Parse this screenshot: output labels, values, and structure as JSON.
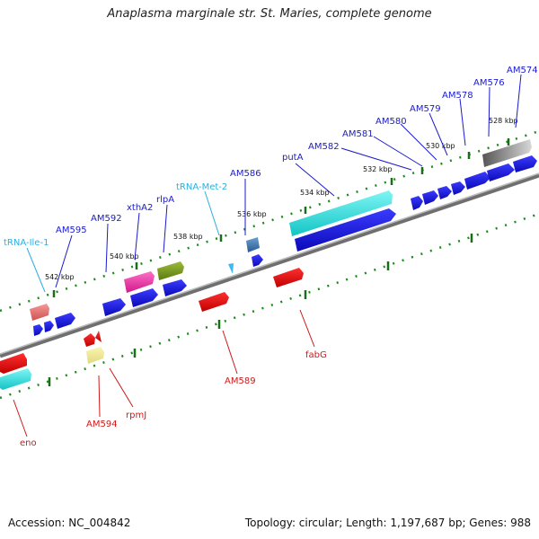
{
  "header": {
    "title": "Anaplasma marginale str. St. Maries, complete genome"
  },
  "footer": {
    "accession": "Accession: NC_004842",
    "summary": "Topology: circular; Length: 1,197,687 bp; Genes: 988"
  },
  "colors": {
    "backbone": "#8a8a8a",
    "tick": "#1a7a1a",
    "forward_label": "#1a1acc",
    "reverse_label": "#cc1a1a",
    "trna_label": "#2ab0e0"
  },
  "scale_ticks": [
    {
      "label": "542 kbp"
    },
    {
      "label": "540 kbp"
    },
    {
      "label": "538 kbp"
    },
    {
      "label": "536 kbp"
    },
    {
      "label": "534 kbp"
    },
    {
      "label": "532 kbp"
    },
    {
      "label": "530 kbp"
    },
    {
      "label": "528 kbp"
    }
  ],
  "forward_labels": [
    {
      "text": "AM595"
    },
    {
      "text": "AM592"
    },
    {
      "text": "xthA2"
    },
    {
      "text": "rlpA"
    },
    {
      "text": "AM586"
    },
    {
      "text": "putA"
    },
    {
      "text": "AM582"
    },
    {
      "text": "AM581"
    },
    {
      "text": "AM580"
    },
    {
      "text": "AM579"
    },
    {
      "text": "AM578"
    },
    {
      "text": "AM576"
    },
    {
      "text": "AM574"
    }
  ],
  "trna_labels": [
    {
      "text": "tRNA-Ile-1"
    },
    {
      "text": "tRNA-Met-2"
    }
  ],
  "reverse_labels": [
    {
      "text": "eno"
    },
    {
      "text": "AM594"
    },
    {
      "text": "rpmJ"
    },
    {
      "text": "AM589"
    },
    {
      "text": "fabG"
    }
  ]
}
